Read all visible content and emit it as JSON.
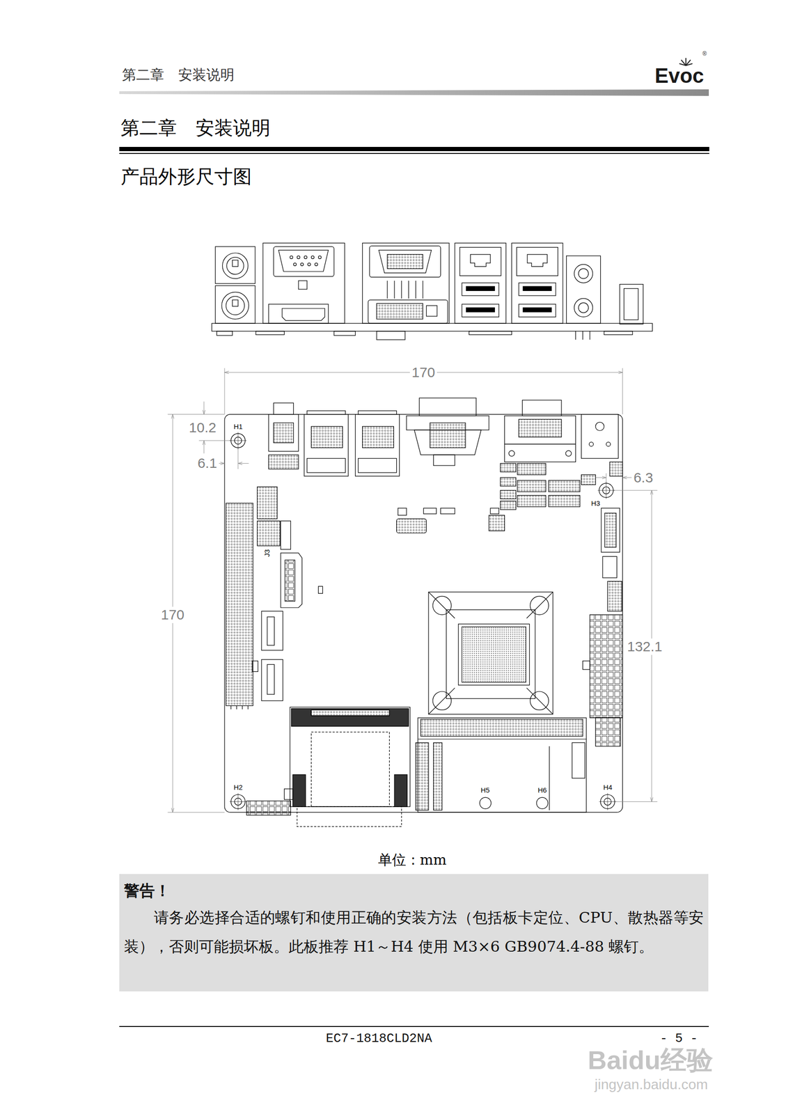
{
  "diagram": {
    "title": "第二章　安装说明",
    "caption": "单位：mm",
    "nodes": [
      {
        "text": [
          "警告！",
          "请务必选择合适的螺钉和使用正确的安装方法（包括板卡定位、CPU、散热器等安装），否则可能损坏板。此板推荐 H1～H4 使用 M3×6 GB9074.4-88 螺钉。"
        ]
      }
    ],
    "labels": [
      "第二章　安装说明",
      "Evoc",
      "®",
      "产品外形尺寸图",
      "170",
      "170",
      "10.2",
      "6.1",
      "6.3",
      "132.1",
      "H1",
      "H3",
      "J3",
      "H2",
      "H4",
      "H5",
      "H6",
      "EC7-1818CLD2NA",
      "- 5 -",
      "Baidu经验",
      "jingyan.baidu.com"
    ]
  }
}
